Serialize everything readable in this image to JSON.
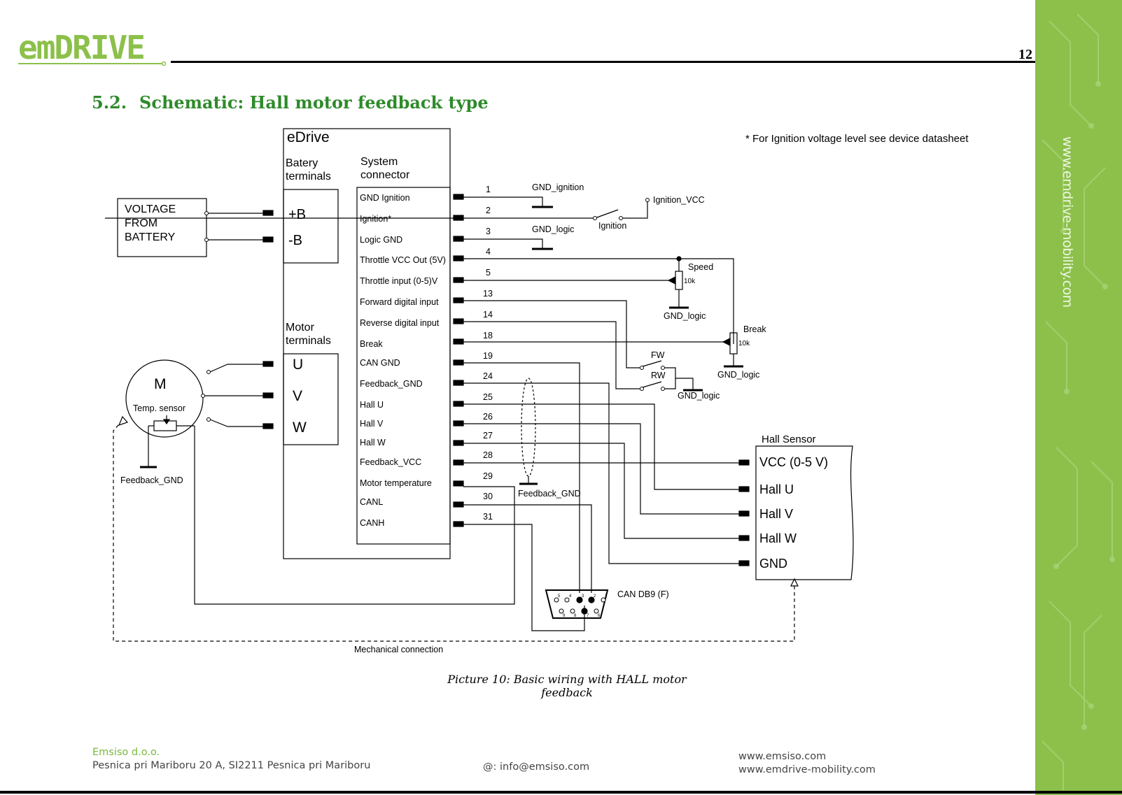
{
  "header": {
    "logo_text": "emDRIVE",
    "page_number": "12"
  },
  "sidebar": {
    "url": "www.emdrive-mobility.com"
  },
  "section": {
    "number": "5.2.",
    "title": "Schematic: Hall motor feedback type"
  },
  "schematic": {
    "device_title": "eDrive",
    "battery_terminals": [
      "Batery",
      "terminals"
    ],
    "system_connector": [
      "System",
      "connector"
    ],
    "motor_terminals": [
      "Motor",
      "terminals"
    ],
    "battery_box": [
      "VOLTAGE",
      "FROM",
      "BATTERY"
    ],
    "battery_pins": [
      "+B",
      "-B"
    ],
    "motor_pins": [
      "U",
      "V",
      "W"
    ],
    "motor_label": "M",
    "temp_sensor": "Temp. sensor",
    "ignition_note": "* For Ignition voltage level see device datasheet",
    "pins": [
      {
        "num": "1",
        "label": "GND Ignition"
      },
      {
        "num": "2",
        "label": "Ignition*"
      },
      {
        "num": "3",
        "label": "Logic GND"
      },
      {
        "num": "4",
        "label": "Throttle VCC Out (5V)"
      },
      {
        "num": "5",
        "label": "Throttle input (0-5)V"
      },
      {
        "num": "13",
        "label": "Forward digital input"
      },
      {
        "num": "14",
        "label": "Reverse digital input"
      },
      {
        "num": "18",
        "label": "Break"
      },
      {
        "num": "19",
        "label": "CAN GND"
      },
      {
        "num": "24",
        "label": "Feedback_GND"
      },
      {
        "num": "25",
        "label": "Hall U"
      },
      {
        "num": "26",
        "label": "Hall V"
      },
      {
        "num": "27",
        "label": "Hall W"
      },
      {
        "num": "28",
        "label": "Feedback_VCC"
      },
      {
        "num": "29",
        "label": "Motor temperature"
      },
      {
        "num": "30",
        "label": "CANL"
      },
      {
        "num": "31",
        "label": "CANH"
      }
    ],
    "gnd_ignition": "GND_ignition",
    "gnd_logic": "GND_logic",
    "ignition_vcc": "Ignition_VCC",
    "ignition_switch": "Ignition",
    "speed": "Speed",
    "break_pot": "Break",
    "pot_value": "10k",
    "fw": "FW",
    "rw": "RW",
    "feedback_gnd": "Feedback_GND",
    "hall_sensor_title": "Hall Sensor",
    "hall_pins": [
      "VCC (0-5 V)",
      "Hall U",
      "Hall V",
      "Hall W",
      "GND"
    ],
    "can_db9": "CAN DB9 (F)",
    "db9_top_pins": [
      "5",
      "4",
      "3",
      "2",
      "1"
    ],
    "db9_bottom_pins": [
      "9",
      "8",
      "7",
      "6"
    ],
    "mechanical": "Mechanical connection"
  },
  "caption": "Picture 10: Basic wiring with HALL motor feedback",
  "footer": {
    "company": "Emsiso d.o.o.",
    "address": "Pesnica pri Mariboru 20 A, SI2211 Pesnica pri Mariboru",
    "email": "@: info@emsiso.com",
    "web1": "www.emsiso.com",
    "web2": "www.emdrive-mobility.com"
  }
}
